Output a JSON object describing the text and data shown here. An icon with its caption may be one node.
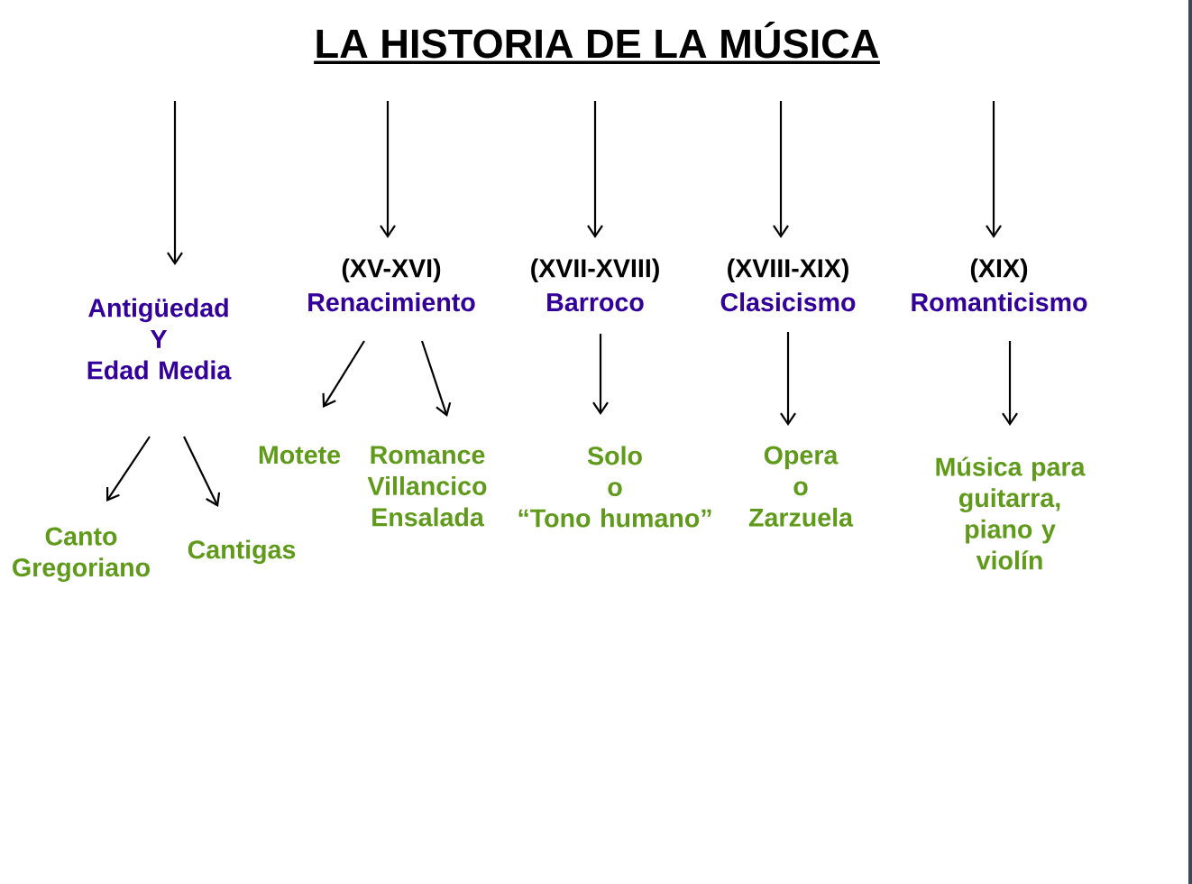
{
  "diagram": {
    "title": "LA HISTORIA DE LA MÚSICA",
    "nodes": [
      {
        "text": [
          "Antigüedad Y Edad Media"
        ]
      },
      {
        "text": [
          "(XV-XVI)",
          "Renacimiento"
        ]
      },
      {
        "text": [
          "(XVII-XVIII)",
          "Barroco"
        ]
      },
      {
        "text": [
          "(XVIII-XIX)",
          "Clasicismo"
        ]
      },
      {
        "text": [
          "(XIX)",
          "Romanticismo"
        ]
      },
      {
        "text": [
          "Canto Gregoriano"
        ]
      },
      {
        "text": [
          "Cantigas"
        ]
      },
      {
        "text": [
          "Motete"
        ]
      },
      {
        "text": [
          "Romance Villancico Ensalada"
        ]
      },
      {
        "text": [
          "Solo o “Tono humano”"
        ]
      },
      {
        "text": [
          "Opera o Zarzuela"
        ]
      },
      {
        "text": [
          "Música para guitarra, piano y violín"
        ]
      }
    ],
    "edges": [
      {
        "from": null,
        "to": 0,
        "arrow": "to"
      },
      {
        "from": null,
        "to": 1,
        "arrow": "to"
      },
      {
        "from": null,
        "to": 2,
        "arrow": "to"
      },
      {
        "from": null,
        "to": 3,
        "arrow": "to"
      },
      {
        "from": null,
        "to": 4,
        "arrow": "to"
      },
      {
        "from": 0,
        "to": 5,
        "arrow": "to"
      },
      {
        "from": 0,
        "to": 6,
        "arrow": "to"
      },
      {
        "from": 1,
        "to": 7,
        "arrow": "to"
      },
      {
        "from": 1,
        "to": 8,
        "arrow": "to"
      },
      {
        "from": 2,
        "to": 9,
        "arrow": "to"
      },
      {
        "from": 3,
        "to": 10,
        "arrow": "to"
      },
      {
        "from": 4,
        "to": 11,
        "arrow": "to"
      }
    ]
  }
}
